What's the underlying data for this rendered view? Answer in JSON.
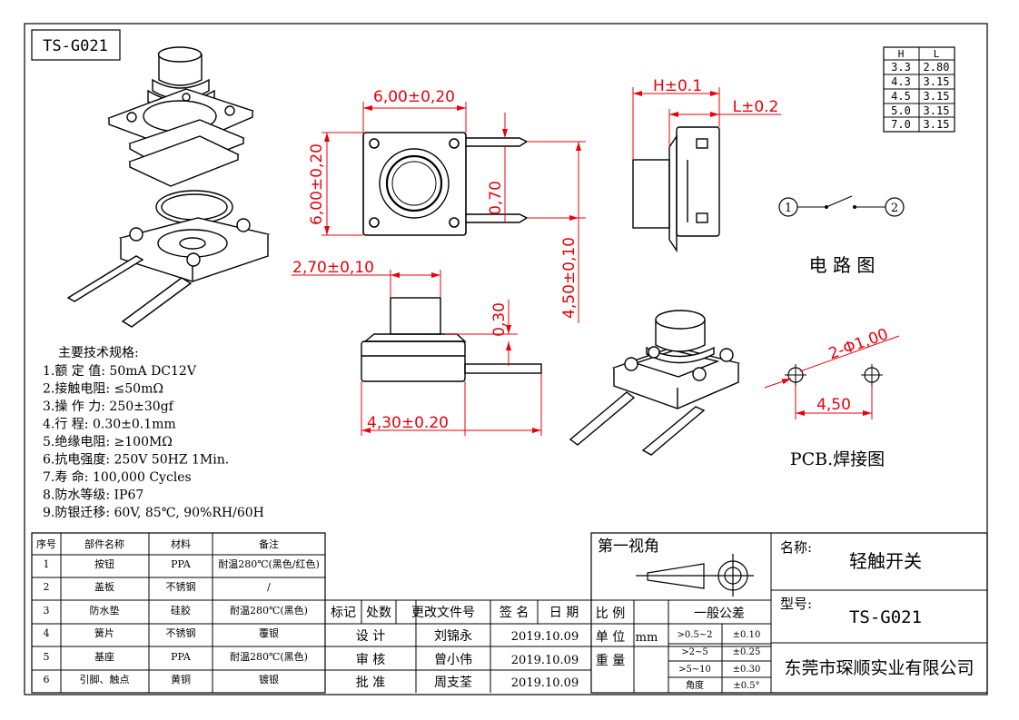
{
  "title_box": "TS-G021",
  "hl_table": {
    "headers": [
      "H",
      "L"
    ],
    "rows": [
      [
        "3.3",
        "2.80"
      ],
      [
        "4.3",
        "3.15"
      ],
      [
        "4.5",
        "3.15"
      ],
      [
        "5.0",
        "3.15"
      ],
      [
        "7.0",
        "3.15"
      ]
    ]
  },
  "dims": {
    "width_top": "6,00±0,20",
    "height_left": "6,00±0,20",
    "pin_gap": "0,70",
    "pin_len": "4,50±0,10",
    "h_tol": "H±0.1",
    "l_tol": "L±0.2",
    "cap_w": "2,70±0,10",
    "travel": "0,30",
    "body_w": "4,30±0.20",
    "hole_d": "2-Φ1,00",
    "hole_pitch": "4,50"
  },
  "circuit": {
    "label": "电 路 图",
    "node1": "1",
    "node2": "2"
  },
  "pcb_label": "PCB.焊接图",
  "specs": {
    "heading": "主要技术规格:",
    "items": [
      "1.额 定 值: 50mA DC12V",
      "2.接触电阻: ≤50mΩ",
      "3.操 作 力: 250±30gf",
      "4.行    程: 0.30±0.1mm",
      "5.绝缘电阻: ≥100MΩ",
      "6.抗电强度: 250V 50HZ 1Min.",
      "7.寿    命: 100,000 Cycles",
      "8.防水等级: IP67",
      "9.防银迁移: 60V, 85℃, 90%RH/60H"
    ]
  },
  "bom": {
    "headers": [
      "序号",
      "部件名称",
      "材料",
      "备注"
    ],
    "rows": [
      [
        "1",
        "按钮",
        "PPA",
        "耐温280℃(黑色/红色)"
      ],
      [
        "2",
        "盖板",
        "不锈钢",
        "/"
      ],
      [
        "3",
        "防水垫",
        "硅胶",
        "耐温280℃(黑色)"
      ],
      [
        "4",
        "簧片",
        "不锈钢",
        "覆银"
      ],
      [
        "5",
        "基座",
        "PPA",
        "耐温280℃(黑色)"
      ],
      [
        "6",
        "引脚、触点",
        "黄铜",
        "镀银"
      ]
    ]
  },
  "revision": {
    "headers": [
      "标记",
      "处数",
      "更改文件号",
      "签 名",
      "日 期"
    ],
    "rows": [
      [
        "设  计",
        "刘锦永",
        "2019.10.09"
      ],
      [
        "审  核",
        "曾小伟",
        "2019.10.09"
      ],
      [
        "批  准",
        "周支荃",
        "2019.10.09"
      ]
    ]
  },
  "projection": "第一视角",
  "scale": {
    "label_scale": "比 例",
    "label_unit": "单 位",
    "unit": "mm",
    "label_weight": "重 量"
  },
  "tolerance": {
    "title": "一般公差",
    "rows": [
      [
        ">0.5~2",
        "±0.10"
      ],
      [
        ">2~5",
        "±0.25"
      ],
      [
        ">5~10",
        "±0.30"
      ],
      [
        "角度",
        "±0.5°"
      ]
    ]
  },
  "name_label": "名称:",
  "name_value": "轻触开关",
  "model_label": "型号:",
  "model_value": "TS-G021",
  "company": "东莞市琛顺实业有限公司"
}
